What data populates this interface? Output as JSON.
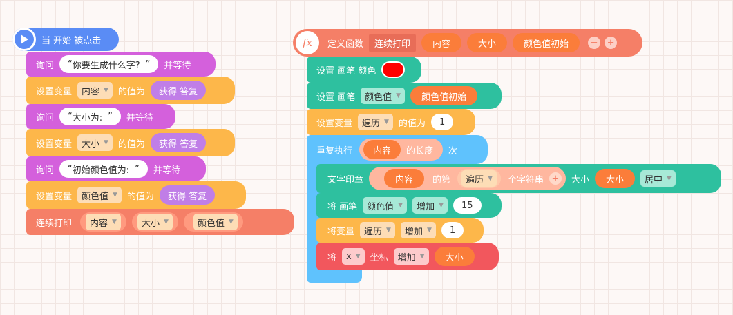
{
  "left_script": {
    "hat_label": "当 开始 被点击",
    "ask1": {
      "verb": "询问",
      "q_open": "“",
      "question": "你要生成什么字?",
      "q_close": "”",
      "suffix": "并等待"
    },
    "set1": {
      "verb": "设置变量",
      "var": "内容",
      "mid": "的值为",
      "value": "获得 答复"
    },
    "ask2": {
      "verb": "询问",
      "q_open": "“",
      "question": "大小为:",
      "q_close": "”",
      "suffix": "并等待"
    },
    "set2": {
      "verb": "设置变量",
      "var": "大小",
      "mid": "的值为",
      "value": "获得 答复"
    },
    "ask3": {
      "verb": "询问",
      "q_open": "“",
      "question": "初始颜色值为:",
      "q_close": "”",
      "suffix": "并等待"
    },
    "set3": {
      "verb": "设置变量",
      "var": "颜色值",
      "mid": "的值为",
      "value": "获得 答复"
    },
    "call": {
      "label": "连续打印",
      "arg1": "内容",
      "arg2": "大小",
      "arg3": "颜色值"
    }
  },
  "right_script": {
    "define": {
      "icon_text": "fx",
      "label": "定义函数",
      "name": "连续打印",
      "param1": "内容",
      "param2": "大小",
      "param3": "颜色值初始",
      "minus": "−",
      "plus": "+"
    },
    "pen_color": {
      "label": "设置 画笔 颜色",
      "swatch_color": "#ff0000"
    },
    "pen_set": {
      "label": "设置 画笔",
      "prop": "颜色值",
      "value": "颜色值初始"
    },
    "set_var": {
      "verb": "设置变量",
      "var": "遍历",
      "mid": "的值为",
      "value": "1"
    },
    "repeat": {
      "label": "重复执行",
      "inner_var": "内容",
      "inner_suffix": "的长度",
      "suffix": "次"
    },
    "stamp": {
      "label": "文字印章",
      "var": "内容",
      "mid": "的第",
      "index": "遍历",
      "suffix": "个字符串",
      "plus": "+",
      "size_label": "大小",
      "size_var": "大小",
      "align": "居中"
    },
    "pen_change": {
      "verb": "将 画笔",
      "prop": "颜色值",
      "op": "增加",
      "value": "15"
    },
    "var_change": {
      "verb": "将变量",
      "var": "遍历",
      "op": "增加",
      "value": "1"
    },
    "coord_change": {
      "verb": "将",
      "axis": "x",
      "mid": "坐标",
      "op": "增加",
      "value": "大小"
    }
  },
  "colors": {
    "event": "#5a8cf5",
    "looks": "#d460dc",
    "variable": "#fdb74a",
    "function": "#f57f67",
    "pen": "#2ec09f",
    "motion": "#f2575d",
    "control": "#5fc2fd"
  }
}
